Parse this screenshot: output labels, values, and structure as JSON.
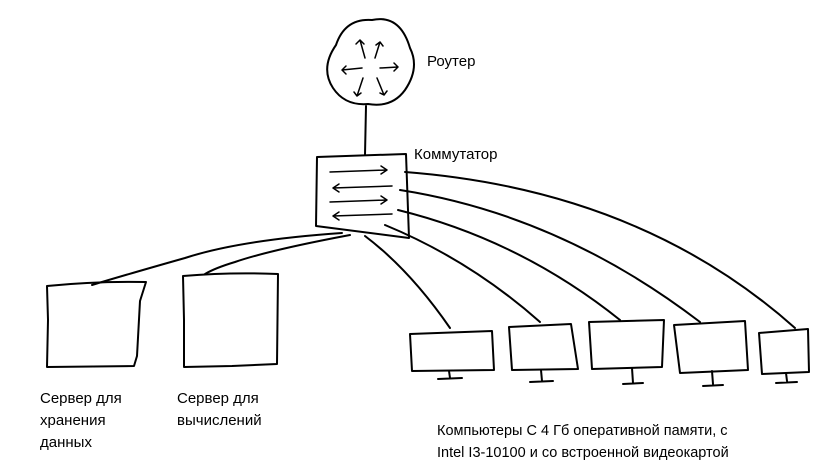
{
  "labels": {
    "router": "Роутер",
    "switch": "Коммутатор",
    "storage_server": "Сервер для\nхранения\nданных",
    "compute_server": "Сервер для\nвычислений",
    "computers": "Компьютеры С 4 Гб оперативной памяти, с\nIntel I3-10100 и со встроенной видеокартой"
  },
  "colors": {
    "stroke": "#000000",
    "background": "#ffffff"
  }
}
